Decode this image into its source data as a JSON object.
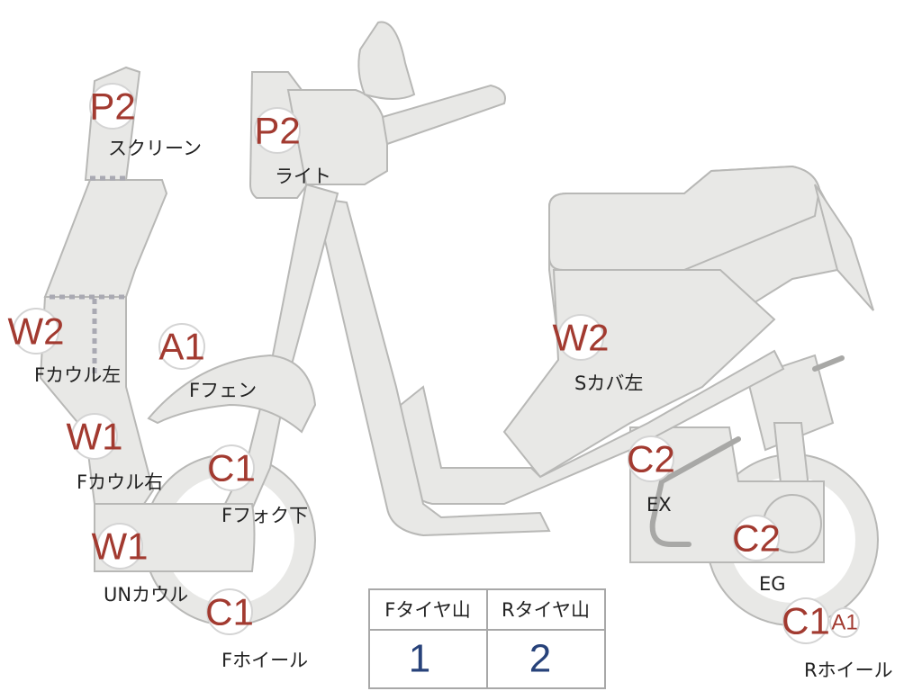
{
  "parts": [
    {
      "id": "screen",
      "code": "P2",
      "label": "スクリーン"
    },
    {
      "id": "light",
      "code": "P2",
      "label": "ライト"
    },
    {
      "id": "f-cowl-left",
      "code": "W2",
      "label": "Fカウル左"
    },
    {
      "id": "f-fender",
      "code": "A1",
      "label": "Fフェン"
    },
    {
      "id": "s-cover-left",
      "code": "W2",
      "label": "Sカバ左"
    },
    {
      "id": "f-cowl-right",
      "code": "W1",
      "label": "Fカウル右"
    },
    {
      "id": "f-fork-lower",
      "code": "C1",
      "label": "Fフォク下"
    },
    {
      "id": "exhaust",
      "code": "C2",
      "label": "EX"
    },
    {
      "id": "un-cowl",
      "code": "W1",
      "label": "UNカウル"
    },
    {
      "id": "engine",
      "code": "C2",
      "label": "EG"
    },
    {
      "id": "f-wheel",
      "code": "C1",
      "label": "Fホイール"
    },
    {
      "id": "r-wheel",
      "code": "C1",
      "extra_code": "A1",
      "label": "Rホイール"
    }
  ],
  "tire_table": {
    "headers": [
      "Fタイヤ山",
      "Rタイヤ山"
    ],
    "values": [
      "1",
      "2"
    ]
  },
  "colors": {
    "body": "#e8e8e6",
    "outline": "#b8b8b6",
    "code": "#a23a30",
    "value": "#27427a"
  }
}
